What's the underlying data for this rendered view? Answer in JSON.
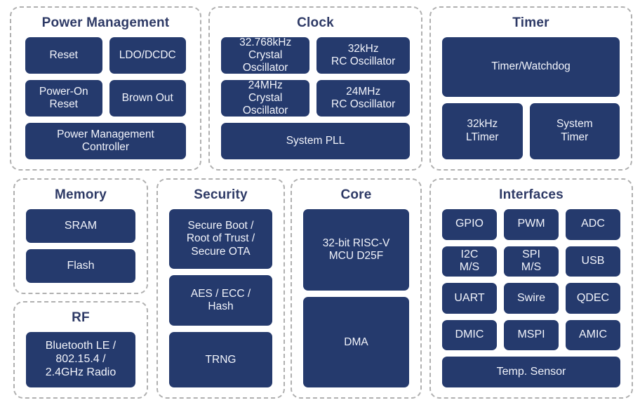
{
  "colors": {
    "block_bg": "#253a6d",
    "block_text": "#f2f4fb",
    "heading_text": "#2e3a66",
    "panel_border": "#b0b0b0",
    "background": "#ffffff"
  },
  "sections": {
    "power": {
      "title": "Power Management",
      "blocks": {
        "reset": "Reset",
        "ldo_dcdc": "LDO/DCDC",
        "power_on_reset": "Power-On\nReset",
        "brown_out": "Brown Out",
        "pm_controller": "Power Management\nController"
      }
    },
    "clock": {
      "title": "Clock",
      "blocks": {
        "xtal_32768": "32.768kHz\nCrystal\nOscillator",
        "rc_32k": "32kHz\nRC Oscillator",
        "xtal_24m": "24MHz\nCrystal\nOscillator",
        "rc_24m": "24MHz\nRC Oscillator",
        "system_pll": "System PLL"
      }
    },
    "timer": {
      "title": "Timer",
      "blocks": {
        "timer_watchdog": "Timer/Watchdog",
        "ltimer_32k": "32kHz\nLTimer",
        "system_timer": "System\nTimer"
      }
    },
    "memory": {
      "title": "Memory",
      "blocks": {
        "sram": "SRAM",
        "flash": "Flash"
      }
    },
    "rf": {
      "title": "RF",
      "blocks": {
        "radio": "Bluetooth LE /\n802.15.4 /\n2.4GHz Radio"
      }
    },
    "security": {
      "title": "Security",
      "blocks": {
        "secure_boot": "Secure Boot /\nRoot of Trust /\nSecure OTA",
        "aes_ecc_hash": "AES / ECC /\nHash",
        "trng": "TRNG"
      }
    },
    "core": {
      "title": "Core",
      "blocks": {
        "riscv": "32-bit RISC-V\nMCU D25F",
        "dma": "DMA"
      }
    },
    "interfaces": {
      "title": "Interfaces",
      "blocks": {
        "gpio": "GPIO",
        "pwm": "PWM",
        "adc": "ADC",
        "i2c": "I2C\nM/S",
        "spi": "SPI\nM/S",
        "usb": "USB",
        "uart": "UART",
        "swire": "Swire",
        "qdec": "QDEC",
        "dmic": "DMIC",
        "mspi": "MSPI",
        "amic": "AMIC",
        "temp_sensor": "Temp. Sensor"
      }
    }
  }
}
